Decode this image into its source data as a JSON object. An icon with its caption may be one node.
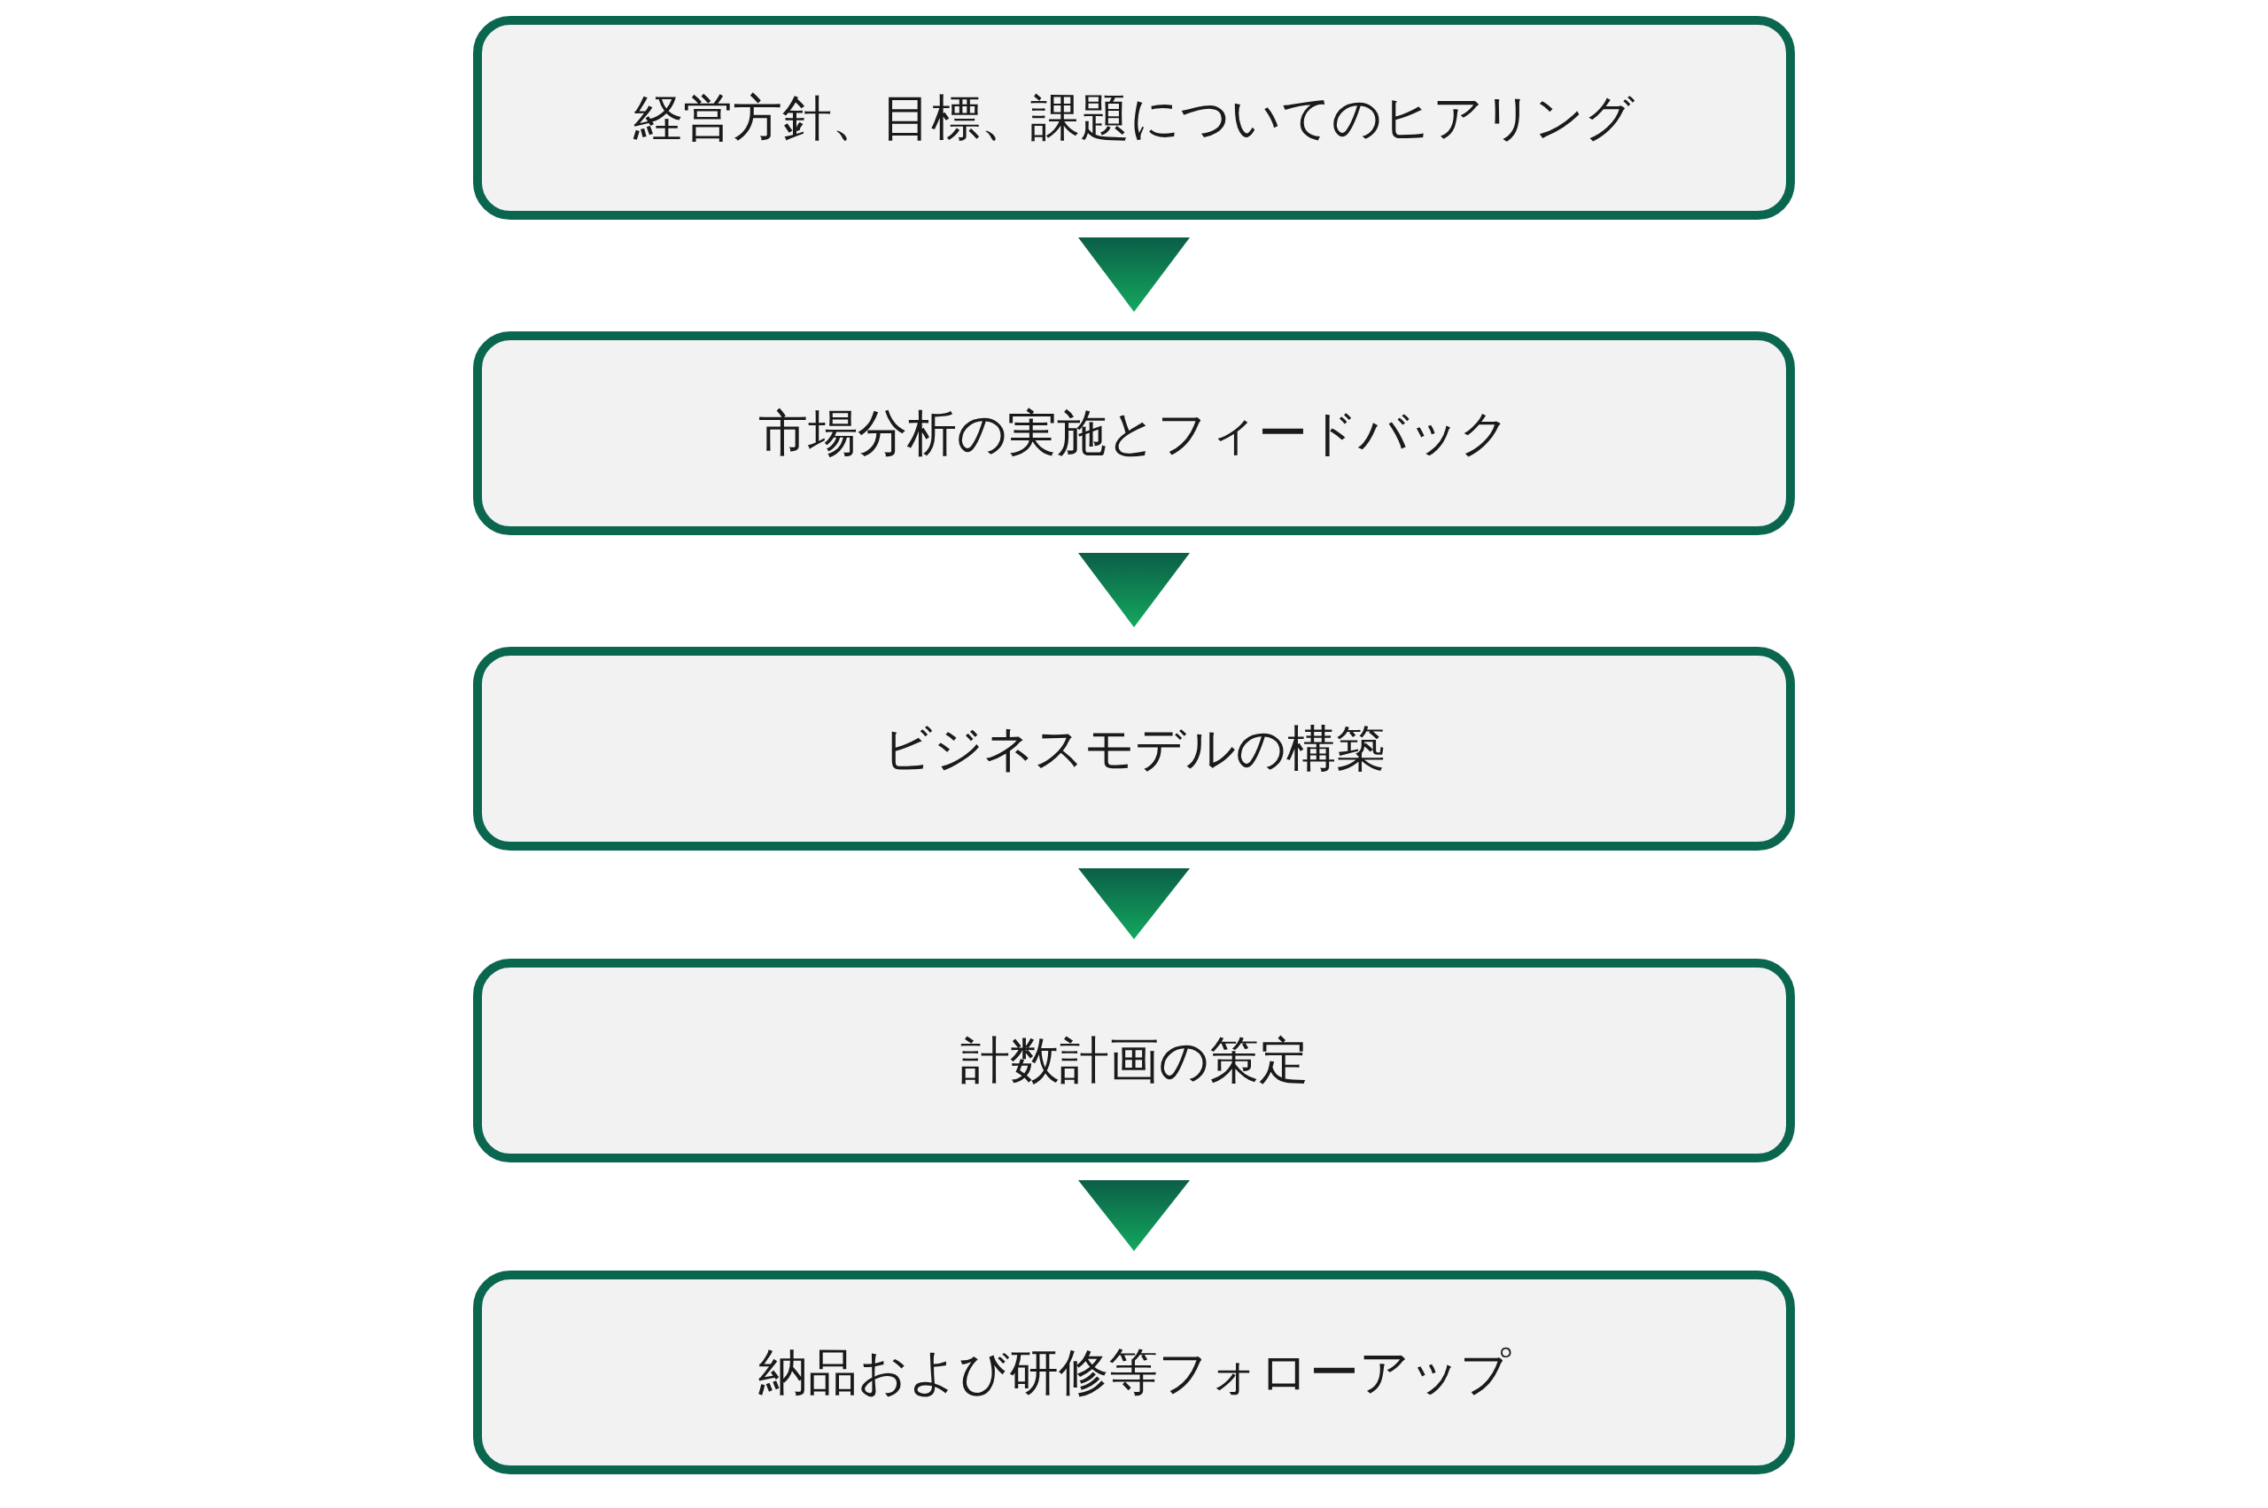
{
  "diagram": {
    "nodes": [
      {
        "text": [
          "経営方針、目標、課題についてのヒアリング"
        ]
      },
      {
        "text": [
          "市場分析の実施とフィードバック"
        ]
      },
      {
        "text": [
          "ビジネスモデルの構築"
        ]
      },
      {
        "text": [
          "計数計画の策定"
        ]
      },
      {
        "text": [
          "納品および研修等フォローアップ"
        ]
      }
    ],
    "edges": [
      {
        "from": 0,
        "to": 1,
        "arrow": "to"
      },
      {
        "from": 1,
        "to": 2,
        "arrow": "to"
      },
      {
        "from": 2,
        "to": 3,
        "arrow": "to"
      },
      {
        "from": 3,
        "to": 4,
        "arrow": "to"
      }
    ]
  }
}
